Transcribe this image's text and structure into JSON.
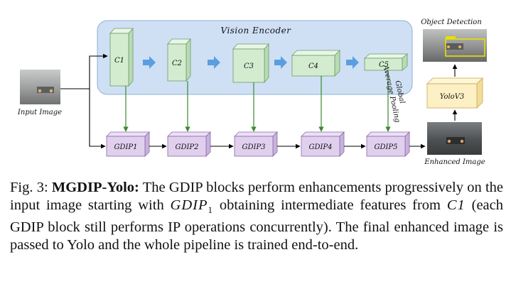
{
  "figure": {
    "encoder_title": "Vision Encoder",
    "input_label": "Input Image",
    "enhanced_label": "Enhanced Image",
    "detection_label": "Object Detection",
    "yolo_label": "YoloV3",
    "pooling_label_line1": "Global",
    "pooling_label_line2": "Average Pooling",
    "encoder_blocks": [
      "C1",
      "C2",
      "C3",
      "C4",
      "C5"
    ],
    "gdip_blocks": [
      "GDIP1",
      "GDIP2",
      "GDIP3",
      "GDIP4",
      "GDIP5"
    ],
    "colors": {
      "encoder_bg": "#cfe0f5",
      "encoder_border": "#8fb0d8",
      "cube": "#d3ecd0",
      "gdip": "#e0d0ee",
      "yolo": "#fdf0c4",
      "blue_arrow": "#5a9ee0",
      "green_arrow": "#3a8a2a",
      "detection_box": "#e8e000"
    }
  },
  "caption": {
    "prefix": "Fig. 3:",
    "title": "MGDIP-Yolo:",
    "text1": "The GDIP blocks perform enhancements progressively on the input image starting with",
    "math1": "GDIP",
    "math1_sub": "1",
    "text2": "obtaining intermediate features from",
    "math2": "C1",
    "text3": "(each GDIP block still performs IP operations concurrently). The final enhanced image is passed to Yolo and the whole pipeline is trained end-to-end."
  }
}
